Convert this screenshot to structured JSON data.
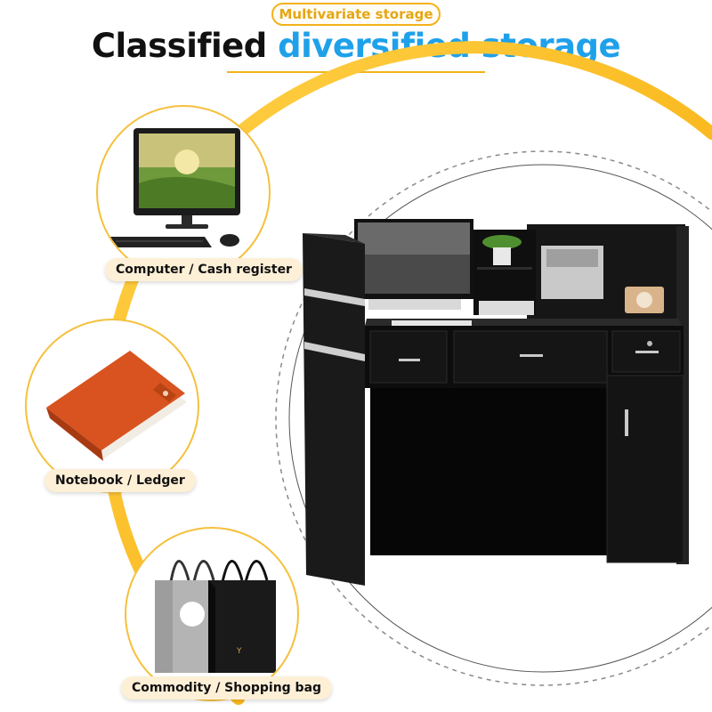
{
  "header": {
    "badge": "Multivariate storage",
    "title_part1": "Classified",
    "title_part2": "diversified storage"
  },
  "items": [
    {
      "label": "Computer / Cash register",
      "icon": "computer-icon"
    },
    {
      "label": "Notebook / Ledger",
      "icon": "notebook-icon"
    },
    {
      "label": "Commodity / Shopping bag",
      "icon": "shopping-bag-icon"
    }
  ],
  "product": {
    "icon": "reception-desk-image",
    "accent_color": "#f3b21a",
    "title_accent": "#1fa1ea"
  }
}
